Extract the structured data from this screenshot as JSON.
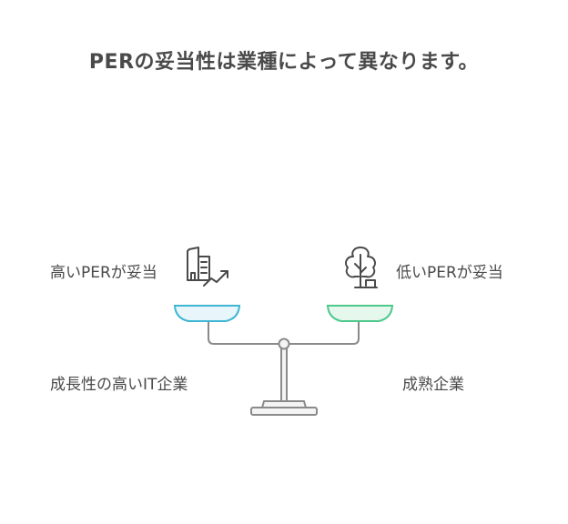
{
  "title": "PERの妥当性は業種によって異なります。",
  "left": {
    "label": "高いPERが妥当",
    "description": "成長性の高いIT企業",
    "icon": "growth-chart-buildings-icon",
    "pan_color": "#3fb6d3"
  },
  "right": {
    "label": "低いPERが妥当",
    "description": "成熟企業",
    "icon": "tree-icon",
    "pan_color": "#4cc98a"
  }
}
